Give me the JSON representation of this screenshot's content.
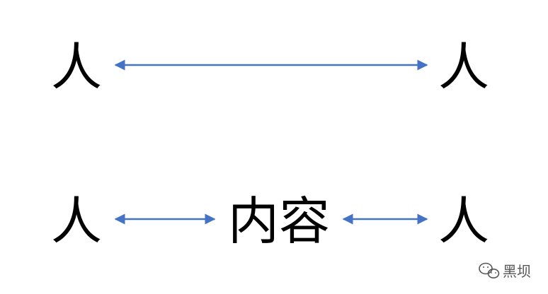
{
  "rows": [
    {
      "left": "人",
      "right": "人"
    },
    {
      "left": "人",
      "middle": "内容",
      "right": "人"
    }
  ],
  "watermark": {
    "icon": "wechat-icon",
    "text": "黑坝"
  },
  "colors": {
    "arrow": "#4472C4",
    "text": "#000000",
    "watermark": "#555555"
  }
}
